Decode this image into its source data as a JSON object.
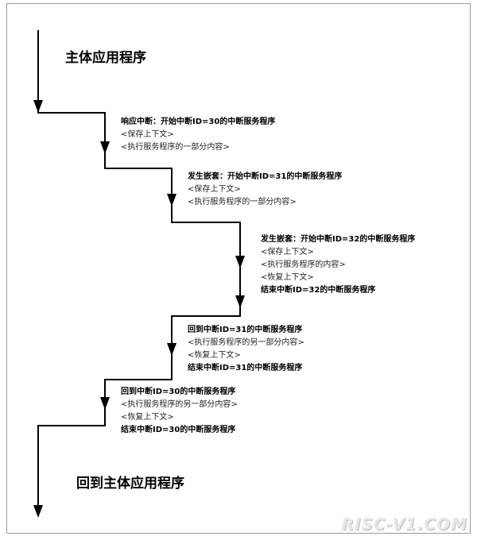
{
  "main_start": "主体应用程序",
  "main_end": "回到主体应用程序",
  "blocks": [
    {
      "bold_lines": [
        "响应中断：开始中断ID=30的中断服务程序"
      ],
      "lines": [
        "<保存上下文>",
        "<执行服务程序的一部分内容>"
      ],
      "end": ""
    },
    {
      "bold_lines": [
        "发生嵌套：开始中断ID=31的中断服务程序"
      ],
      "lines": [
        "<保存上下文>",
        "<执行服务程序的一部分内容>"
      ],
      "end": ""
    },
    {
      "bold_lines": [
        "发生嵌套：开始中断ID=32的中断服务程序"
      ],
      "lines": [
        "<保存上下文>",
        "<执行服务程序的内容>",
        "<恢复上下文>"
      ],
      "end": "结束中断ID=32的中断服务程序"
    },
    {
      "bold_lines": [
        "回到中断ID=31的中断服务程序"
      ],
      "lines": [
        "<执行服务程序的另一部分内容>",
        "<恢复上下文>"
      ],
      "end": "结束中断ID=31的中断服务程序"
    },
    {
      "bold_lines": [
        "回到中断ID=30的中断服务程序"
      ],
      "lines": [
        "<执行服务程序的另一部分内容>",
        "<恢复上下文>"
      ],
      "end": "结束中断ID=30的中断服务程序"
    }
  ],
  "watermark": "RISC-V1.COM"
}
